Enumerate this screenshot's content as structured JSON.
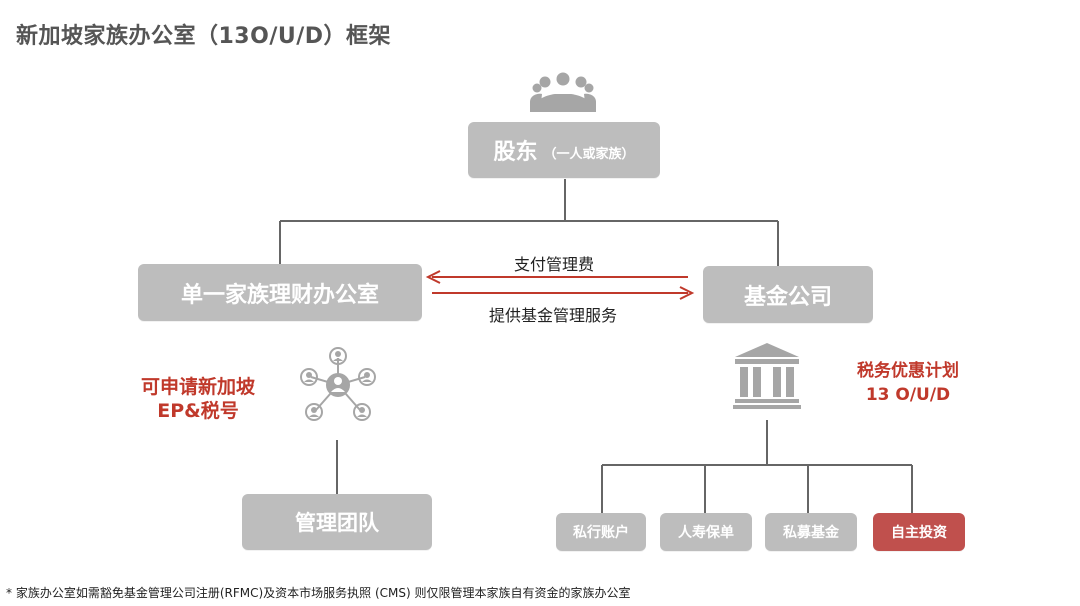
{
  "title": "新加坡家族办公室（13O/U/D）框架",
  "shareholder": {
    "main": "股东",
    "sub": "（一人或家族）"
  },
  "sfo": "单一家族理财办公室",
  "fund_company": "基金公司",
  "arrow_pay": "支付管理费",
  "arrow_service": "提供基金管理服务",
  "ep_text": [
    "可申请新加坡",
    "EP&税号"
  ],
  "tax_text": [
    "税务优惠计划",
    "13 O/U/D"
  ],
  "management_team": "管理团队",
  "accounts": [
    "私行账户",
    "人寿保单",
    "私募基金",
    "自主投资"
  ],
  "footnote": "* 家族办公室如需豁免基金管理公司注册(RFMC)及资本市场服务执照 (CMS) 则仅限管理本家族自有资金的家族办公室",
  "colors": {
    "box_gray": "#bdbdbd",
    "accent_red": "#c0504d",
    "line": "#666666"
  },
  "icons": [
    "people-group-icon",
    "network-people-icon",
    "bank-building-icon"
  ]
}
